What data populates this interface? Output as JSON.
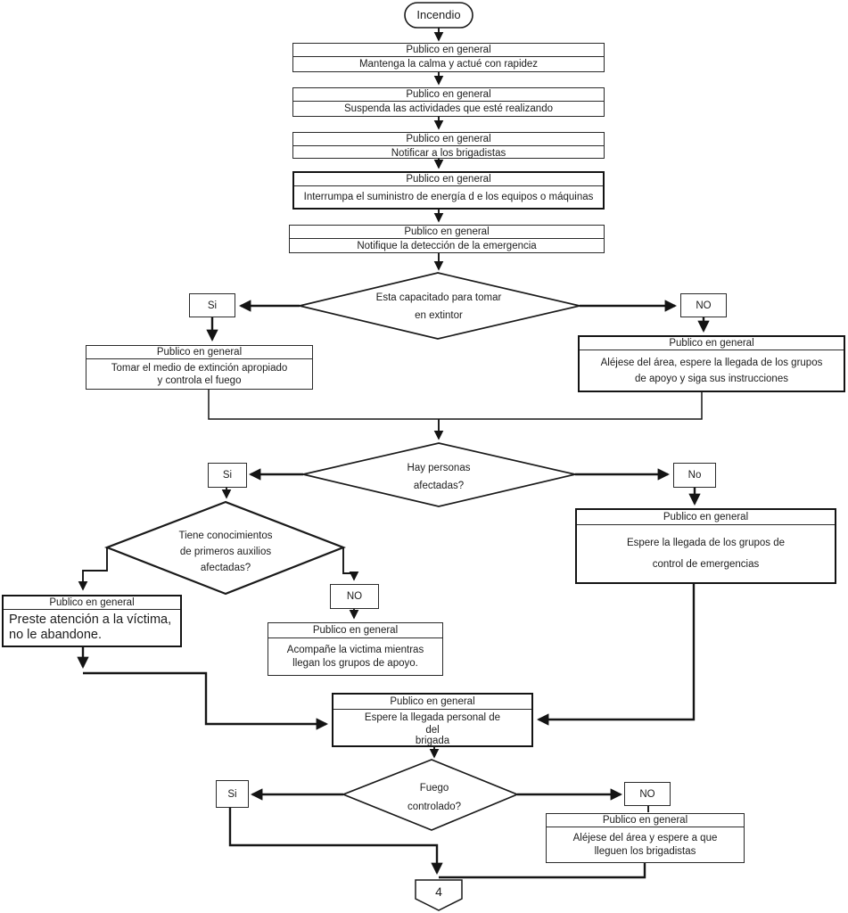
{
  "start": {
    "label": "Incendio"
  },
  "header_label": "Publico en general",
  "answers": {
    "si": "Si",
    "no_upper": "NO",
    "no_mixed": "No"
  },
  "steps": {
    "calma": "Mantenga la calma y actué con rapidez",
    "suspenda": "Suspenda las actividades que esté realizando",
    "notificar": "Notificar a los brigadistas",
    "interrumpa": "Interrumpa el suministro de energía d e los equipos o  máquinas",
    "notifique": "Notifique la detección de la emergencia",
    "tomar_l1": "Tomar el medio de extinción apropiado",
    "tomar_l2": "y controla el fuego",
    "alejese1_l1": "Aléjese del  área, espere la llegada de los grupos",
    "alejese1_l2": "de apoyo y siga sus instrucciones",
    "espere_grupos_l1": "Espere la llegada de los grupos de",
    "espere_grupos_l2": "control de emergencias",
    "preste_l1": "Preste atención a la víctima,",
    "preste_l2": "no le   abandone.",
    "acompane_l1": "Acompañe la victima mientras",
    "acompane_l2": "llegan los grupos de apoyo.",
    "espere_personal_l1": "Espere la llegada   personal de",
    "espere_personal_l2": "del",
    "espere_personal_l3": "brigada",
    "alejese2_l1": "Aléjese del área  y espere a que",
    "alejese2_l2": "lleguen los brigadistas"
  },
  "decisions": {
    "extintor_l1": "Esta capacitado para tomar",
    "extintor_l2": "en extintor",
    "personas_l1": "Hay personas",
    "personas_l2": "afectadas?",
    "auxilios_l1": "Tiene conocimientos",
    "auxilios_l2": "de primeros auxilios",
    "auxilios_l3": "afectadas?",
    "fuego_l1": "Fuego",
    "fuego_l2": "controlado?"
  },
  "connector": {
    "page": "4"
  }
}
